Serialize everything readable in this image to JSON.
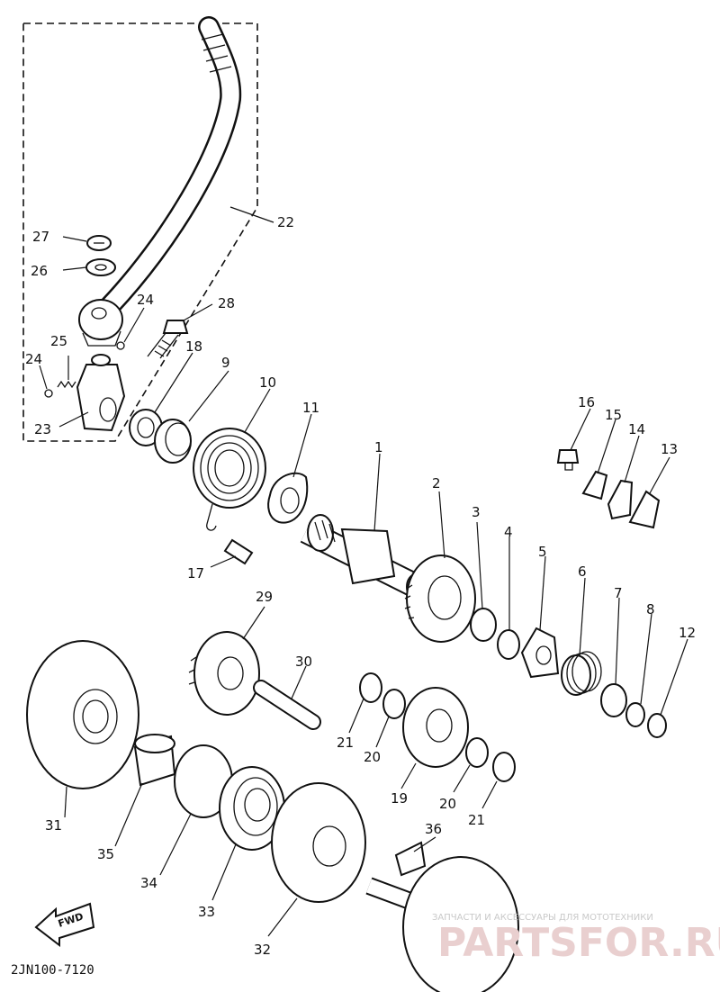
{
  "part_labels": [
    {
      "id": "p1",
      "text": "1"
    },
    {
      "id": "p2",
      "text": "2"
    },
    {
      "id": "p3",
      "text": "3"
    },
    {
      "id": "p4",
      "text": "4"
    },
    {
      "id": "p5",
      "text": "5"
    },
    {
      "id": "p6",
      "text": "6"
    },
    {
      "id": "p7",
      "text": "7"
    },
    {
      "id": "p8",
      "text": "8"
    },
    {
      "id": "p9",
      "text": "9"
    },
    {
      "id": "p10",
      "text": "10"
    },
    {
      "id": "p11",
      "text": "11"
    },
    {
      "id": "p12",
      "text": "12"
    },
    {
      "id": "p13",
      "text": "13"
    },
    {
      "id": "p14",
      "text": "14"
    },
    {
      "id": "p15",
      "text": "15"
    },
    {
      "id": "p16",
      "text": "16"
    },
    {
      "id": "p17",
      "text": "17"
    },
    {
      "id": "p18",
      "text": "18"
    },
    {
      "id": "p19",
      "text": "19"
    },
    {
      "id": "p20a",
      "text": "20"
    },
    {
      "id": "p20b",
      "text": "20"
    },
    {
      "id": "p21a",
      "text": "21"
    },
    {
      "id": "p21b",
      "text": "21"
    },
    {
      "id": "p22",
      "text": "22"
    },
    {
      "id": "p23",
      "text": "23"
    },
    {
      "id": "p24a",
      "text": "24"
    },
    {
      "id": "p24b",
      "text": "24"
    },
    {
      "id": "p25",
      "text": "25"
    },
    {
      "id": "p26",
      "text": "26"
    },
    {
      "id": "p27",
      "text": "27"
    },
    {
      "id": "p28",
      "text": "28"
    },
    {
      "id": "p29",
      "text": "29"
    },
    {
      "id": "p30",
      "text": "30"
    },
    {
      "id": "p31",
      "text": "31"
    },
    {
      "id": "p32",
      "text": "32"
    },
    {
      "id": "p33",
      "text": "33"
    },
    {
      "id": "p34",
      "text": "34"
    },
    {
      "id": "p35",
      "text": "35"
    },
    {
      "id": "p36",
      "text": "36"
    }
  ],
  "diagram_code": "2JN100-7120",
  "direction_label": "FWD",
  "watermark": {
    "caption": "ЗАПЧАСТИ И АКСЕССУАРЫ ДЛЯ МОТОТЕХНИКИ",
    "brand": "PARTSFOR.RU"
  }
}
